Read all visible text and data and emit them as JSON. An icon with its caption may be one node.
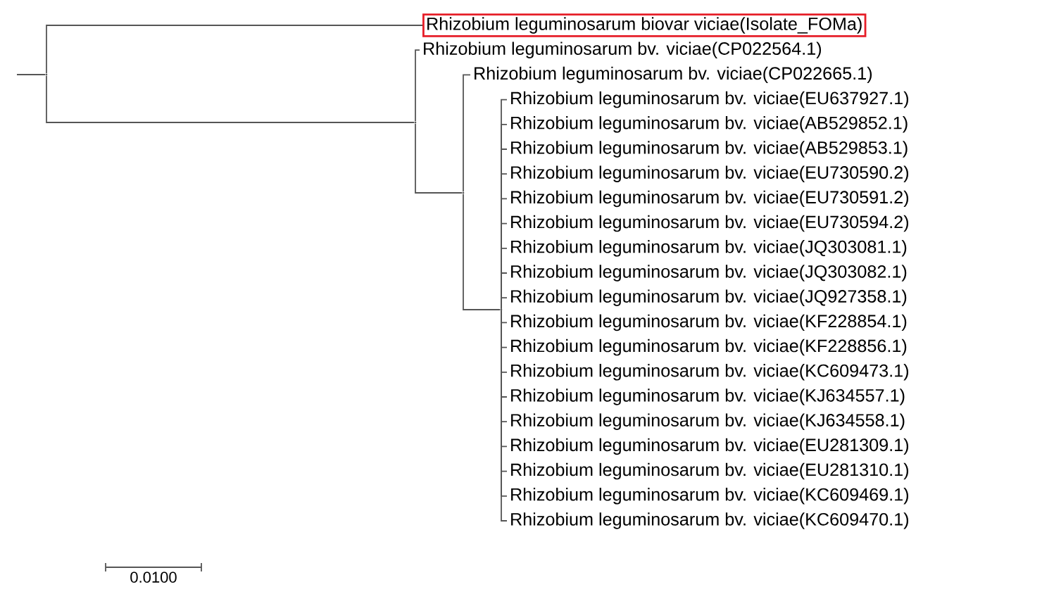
{
  "diagram": {
    "nodes": [
      {
        "text": [
          "Rhizobium leguminosarum biovar viciae(Isolate_FOMa)"
        ]
      },
      {
        "text": [
          "Rhizobium leguminosarum bv. viciae(CP022564.1)"
        ]
      },
      {
        "text": [
          "Rhizobium leguminosarum bv. viciae(CP022665.1)"
        ]
      },
      {
        "text": [
          "Rhizobium leguminosarum bv. viciae(EU637927.1)"
        ]
      },
      {
        "text": [
          "Rhizobium leguminosarum bv. viciae(AB529852.1)"
        ]
      },
      {
        "text": [
          "Rhizobium leguminosarum bv. viciae(AB529853.1)"
        ]
      },
      {
        "text": [
          "Rhizobium leguminosarum bv. viciae(EU730590.2)"
        ]
      },
      {
        "text": [
          "Rhizobium leguminosarum bv. viciae(EU730591.2)"
        ]
      },
      {
        "text": [
          "Rhizobium leguminosarum bv. viciae(EU730594.2)"
        ]
      },
      {
        "text": [
          "Rhizobium leguminosarum bv. viciae(JQ303081.1)"
        ]
      },
      {
        "text": [
          "Rhizobium leguminosarum bv. viciae(JQ303082.1)"
        ]
      },
      {
        "text": [
          "Rhizobium leguminosarum bv. viciae(JQ927358.1)"
        ]
      },
      {
        "text": [
          "Rhizobium leguminosarum bv. viciae(KF228854.1)"
        ]
      },
      {
        "text": [
          "Rhizobium leguminosarum bv. viciae(KF228856.1)"
        ]
      },
      {
        "text": [
          "Rhizobium leguminosarum bv. viciae(KC609473.1)"
        ]
      },
      {
        "text": [
          "Rhizobium leguminosarum bv. viciae(KJ634557.1)"
        ]
      },
      {
        "text": [
          "Rhizobium leguminosarum bv. viciae(KJ634558.1)"
        ]
      },
      {
        "text": [
          "Rhizobium leguminosarum bv. viciae(EU281309.1)"
        ]
      },
      {
        "text": [
          "Rhizobium leguminosarum bv. viciae(EU281310.1)"
        ]
      },
      {
        "text": [
          "Rhizobium leguminosarum bv. viciae(KC609469.1)"
        ]
      },
      {
        "text": [
          "Rhizobium leguminosarum bv. viciae(KC609470.1)"
        ]
      },
      {
        "text": [],
        "shape": "point"
      },
      {
        "text": [],
        "shape": "point"
      },
      {
        "text": [],
        "shape": "point"
      },
      {
        "text": [],
        "shape": "point"
      }
    ],
    "edges": [
      {
        "from": null,
        "to": 21,
        "arrow": "none"
      },
      {
        "from": 21,
        "to": 0,
        "arrow": "none"
      },
      {
        "from": 21,
        "to": 22,
        "arrow": "none"
      },
      {
        "from": 22,
        "to": 1,
        "arrow": "none"
      },
      {
        "from": 22,
        "to": 23,
        "arrow": "none"
      },
      {
        "from": 23,
        "to": 2,
        "arrow": "none"
      },
      {
        "from": 23,
        "to": 24,
        "arrow": "none"
      },
      {
        "from": 24,
        "to": 3,
        "arrow": "none"
      },
      {
        "from": 24,
        "to": 4,
        "arrow": "none"
      },
      {
        "from": 24,
        "to": 5,
        "arrow": "none"
      },
      {
        "from": 24,
        "to": 6,
        "arrow": "none"
      },
      {
        "from": 24,
        "to": 7,
        "arrow": "none"
      },
      {
        "from": 24,
        "to": 8,
        "arrow": "none"
      },
      {
        "from": 24,
        "to": 9,
        "arrow": "none"
      },
      {
        "from": 24,
        "to": 10,
        "arrow": "none"
      },
      {
        "from": 24,
        "to": 11,
        "arrow": "none"
      },
      {
        "from": 24,
        "to": 12,
        "arrow": "none"
      },
      {
        "from": 24,
        "to": 13,
        "arrow": "none"
      },
      {
        "from": 24,
        "to": 14,
        "arrow": "none"
      },
      {
        "from": 24,
        "to": 15,
        "arrow": "none"
      },
      {
        "from": 24,
        "to": 16,
        "arrow": "none"
      },
      {
        "from": 24,
        "to": 17,
        "arrow": "none"
      },
      {
        "from": 24,
        "to": 18,
        "arrow": "none"
      },
      {
        "from": 24,
        "to": 19,
        "arrow": "none"
      },
      {
        "from": 24,
        "to": 20,
        "arrow": "none"
      }
    ],
    "labels": [
      "0.0100"
    ]
  }
}
